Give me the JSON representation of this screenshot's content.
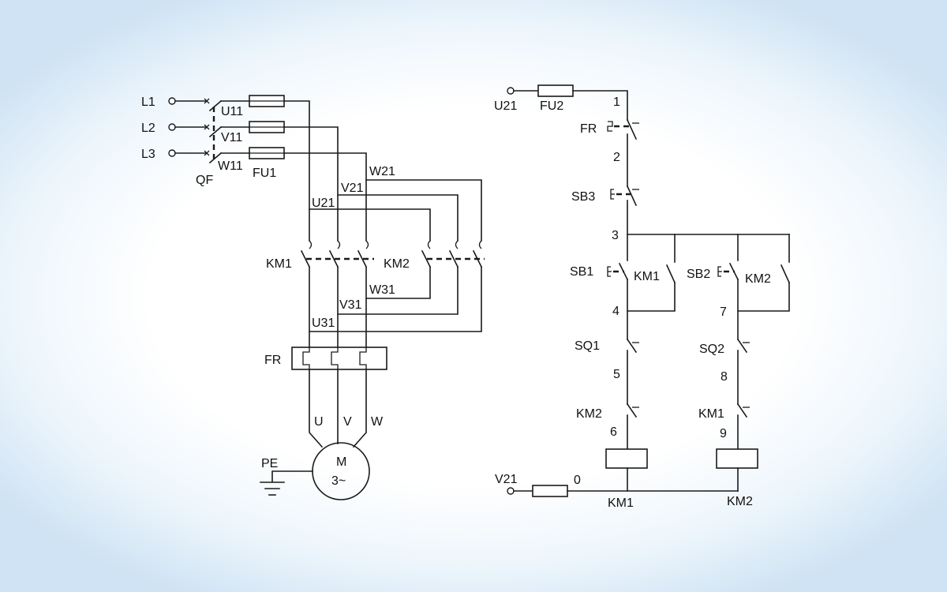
{
  "colors": {
    "line": "#1a1a1a",
    "background_edge": "#cfe3f4",
    "background_center": "#ffffff"
  },
  "labels": {
    "L1": "L1",
    "L2": "L2",
    "L3": "L3",
    "QF": "QF",
    "U11": "U11",
    "V11": "V11",
    "W11": "W11",
    "FU1": "FU1",
    "U21": "U21",
    "V21": "V21",
    "W21": "W21",
    "U31": "U31",
    "V31": "V31",
    "W31": "W31",
    "KM1": "KM1",
    "KM2": "KM2",
    "FR": "FR",
    "U": "U",
    "V": "V",
    "W": "W",
    "M": "M",
    "M_phase": "3~",
    "PE": "PE"
  },
  "control": {
    "U21": "U21",
    "FU2": "FU2",
    "V21": "V21",
    "FR": "FR",
    "SB3": "SB3",
    "SB1": "SB1",
    "SB2": "SB2",
    "KM1": "KM1",
    "KM2": "KM2",
    "SQ1": "SQ1",
    "SQ2": "SQ2",
    "n0": "0",
    "n1": "1",
    "n2": "2",
    "n3": "3",
    "n4": "4",
    "n5": "5",
    "n6": "6",
    "n7": "7",
    "n8": "8",
    "n9": "9"
  }
}
